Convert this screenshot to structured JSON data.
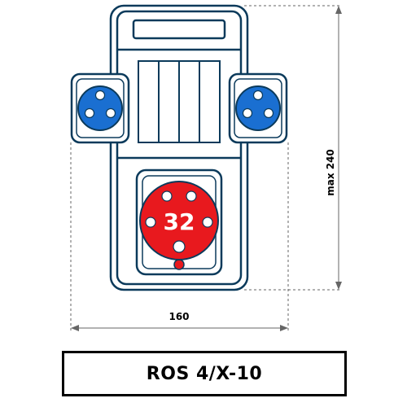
{
  "dimensions": {
    "width_label": "160",
    "height_label": "max 240"
  },
  "socket_main": {
    "label": "32",
    "color": "#e8191e"
  },
  "socket_side": {
    "color": "#1a6fd1"
  },
  "product": {
    "name": "ROS 4/X-10"
  },
  "colors": {
    "outline": "#0b3a5b",
    "dimension_line": "#666666"
  }
}
